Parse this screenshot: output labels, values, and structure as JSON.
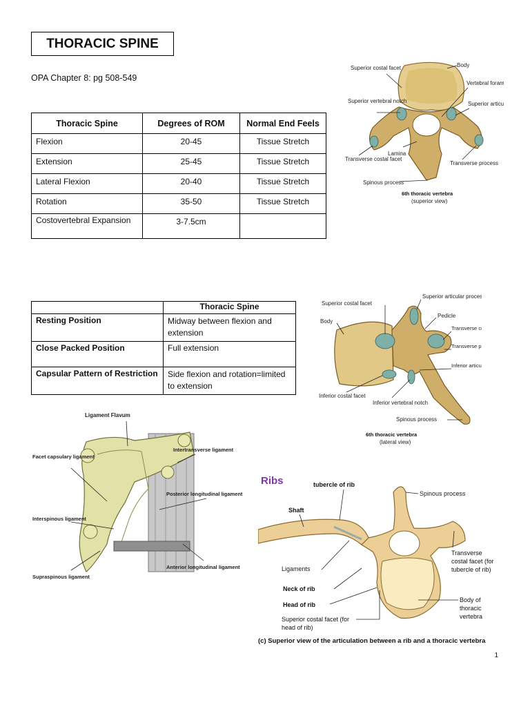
{
  "header": {
    "title": "THORACIC SPINE",
    "subtitle": "OPA Chapter 8: pg 508-549"
  },
  "rom_table": {
    "headers": [
      "Thoracic Spine",
      "Degrees of ROM",
      "Normal End Feels"
    ],
    "rows": [
      {
        "motion": "Flexion",
        "rom": "20-45",
        "end_feel": "Tissue Stretch"
      },
      {
        "motion": "Extension",
        "rom": "25-45",
        "end_feel": "Tissue Stretch"
      },
      {
        "motion": "Lateral Flexion",
        "rom": "20-40",
        "end_feel": "Tissue Stretch"
      },
      {
        "motion": "Rotation",
        "rom": "35-50",
        "end_feel": "Tissue Stretch"
      },
      {
        "motion": "Costovertebral Expansion",
        "rom": "3-7.5cm",
        "end_feel": ""
      }
    ]
  },
  "position_table": {
    "header": "Thoracic Spine",
    "rows": [
      {
        "label": "Resting Position",
        "value": "Midway between flexion and extension"
      },
      {
        "label": "Close Packed Position",
        "value": "Full extension"
      },
      {
        "label": "Capsular Pattern of Restriction",
        "value": "Side flexion and rotation=limited to extension"
      }
    ]
  },
  "figure_superior": {
    "labels": {
      "superior_costal_facet": "Superior costal facet",
      "body": "Body",
      "vertebral_foramen": "Vertebral foramen",
      "superior_vertebral_notch": "Superior vertebral notch",
      "superior_articular_facet": "Superior articular facet",
      "lamina": "Lamina",
      "transverse_costal_facet": "Transverse costal facet",
      "transverse_process": "Transverse process",
      "spinous_process": "Spinous process"
    },
    "caption": "6th thoracic vertebra",
    "caption_sub": "(superior view)"
  },
  "figure_lateral": {
    "labels": {
      "superior_costal_facet": "Superior costal facet",
      "superior_articular_process": "Superior articular process",
      "body": "Body",
      "pedicle": "Pedicle",
      "transverse_costal_facet": "Transverse costal facet",
      "transverse_process": "Transverse process",
      "inferior_articular_process": "Inferior articular process",
      "inferior_costal_facet": "Inferior costal facet",
      "inferior_vertebral_notch": "Inferior vertebral notch",
      "spinous_process": "Spinous process"
    },
    "caption": "6th thoracic vertebra",
    "caption_sub": "(lateral view)"
  },
  "figure_ligaments": {
    "labels": {
      "ligament_flavum": "Ligament Flavum",
      "facet_capsulary_ligament": "Facet capsulary ligament",
      "intertransverse_ligament": "Intertransverse ligament",
      "posterior_longitudinal_ligament": "Posterior longitudinal ligament",
      "interspinous_ligament": "Interspinous ligament",
      "supraspinous_ligament": "Supraspinous ligament",
      "anterior_longitudinal_ligament": "Anterior longitudinal ligament"
    }
  },
  "figure_ribs": {
    "title": "Ribs",
    "labels": {
      "tubercle_of_rib": "tubercle of rib",
      "spinous_process": "Spinous process",
      "shaft": "Shaft",
      "transverse_costal_facet": "Transverse costal facet (for tubercle of rib)",
      "ligaments": "Ligaments",
      "neck_of_rib": "Neck of rib",
      "head_of_rib": "Head of rib",
      "body_of_thoracic_vertebra": "Body of thoracic vertebra",
      "superior_costal_facet": "Superior costal facet (for head of rib)"
    },
    "caption": "(c) Superior view of the articulation between a rib and a thoracic vertebra"
  },
  "page_number": "1",
  "colors": {
    "bone": "#e6cf93",
    "bone_shadow": "#b08a45",
    "ligament": "#dedfa6",
    "rib_title": "#7a3aa6",
    "facet": "#7fb0a8"
  }
}
